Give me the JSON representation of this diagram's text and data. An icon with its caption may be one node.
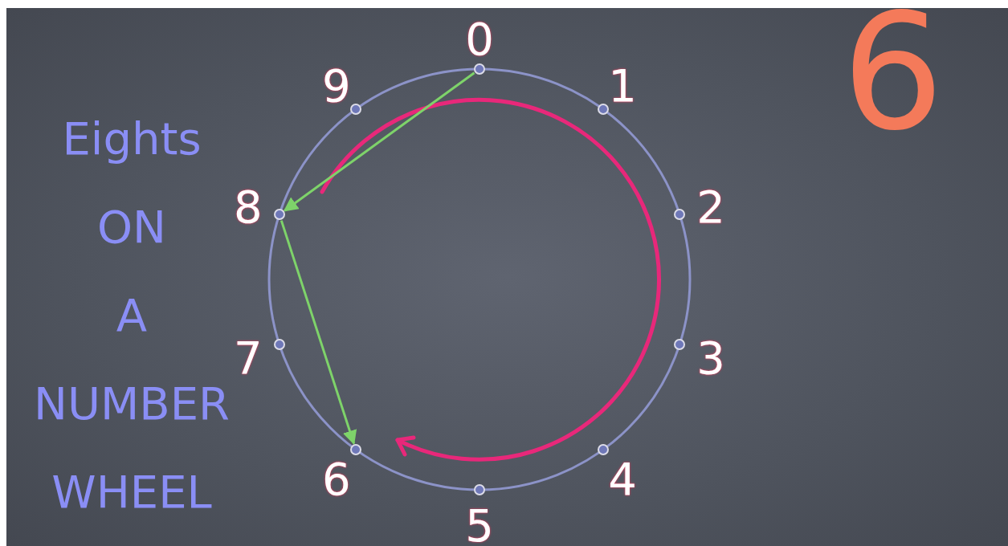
{
  "diagram": {
    "title": "Eights ON A NUMBER WHEEL",
    "nodes": [
      {
        "text": [],
        "shape": "circle",
        "beside": [
          "0"
        ]
      },
      {
        "text": [],
        "shape": "circle",
        "beside": [
          "1"
        ]
      },
      {
        "text": [],
        "shape": "circle",
        "beside": [
          "2"
        ]
      },
      {
        "text": [],
        "shape": "circle",
        "beside": [
          "3"
        ]
      },
      {
        "text": [],
        "shape": "circle",
        "beside": [
          "4"
        ]
      },
      {
        "text": [],
        "shape": "circle",
        "beside": [
          "5"
        ]
      },
      {
        "text": [],
        "shape": "circle",
        "beside": [
          "6"
        ]
      },
      {
        "text": [],
        "shape": "circle",
        "beside": [
          "7"
        ]
      },
      {
        "text": [],
        "shape": "circle",
        "beside": [
          "8"
        ]
      },
      {
        "text": [],
        "shape": "circle",
        "beside": [
          "9"
        ]
      }
    ],
    "edges": [
      {
        "from": 0,
        "to": 8,
        "arrow": "to"
      },
      {
        "from": 8,
        "to": 6,
        "arrow": "to"
      }
    ],
    "labels": [
      "6"
    ]
  }
}
